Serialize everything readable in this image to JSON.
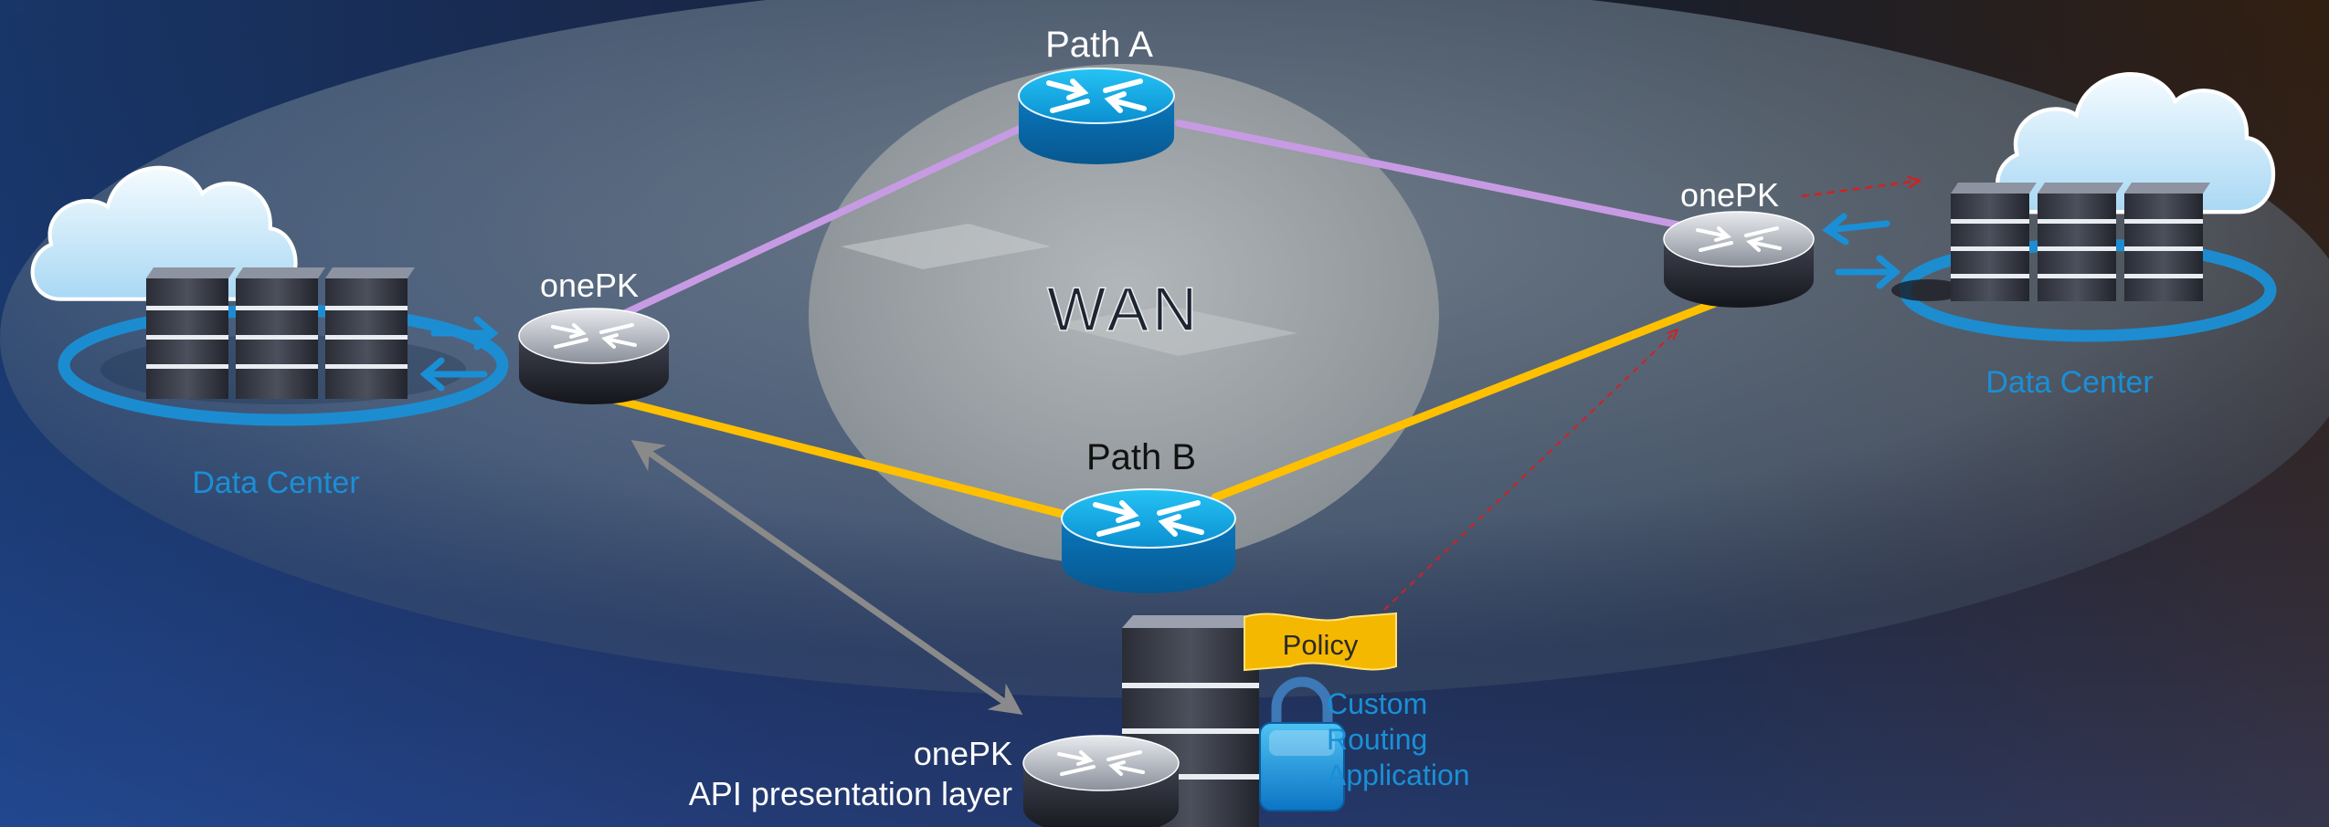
{
  "labels": {
    "path_a": "Path A",
    "path_b": "Path B",
    "wan": "WAN",
    "onepk_left": "onePK",
    "onepk_right": "onePK",
    "onepk_bottom": "onePK",
    "api_layer": "API presentation layer",
    "policy": "Policy",
    "app_line1": "Custom",
    "app_line2": "Routing",
    "app_line3": "Application",
    "dc_left": "Data Center",
    "dc_right": "Data Center"
  },
  "colors": {
    "path_a_link": "#c79be3",
    "path_b_link": "#ffc000",
    "accent_blue": "#1a8fd6",
    "policy_flag": "#f5b800",
    "control_arrow": "#d42020",
    "api_arrow": "#8a8a8a"
  }
}
